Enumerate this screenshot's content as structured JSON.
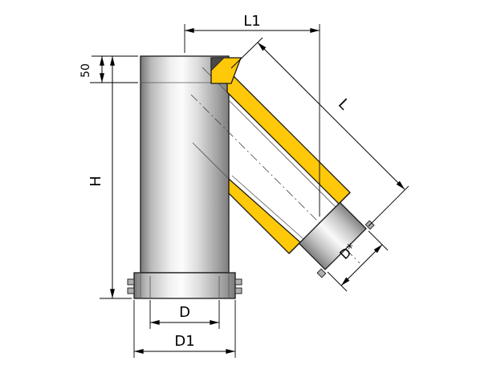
{
  "diagram": {
    "labels": {
      "l1": "L1",
      "l": "L",
      "h": "H",
      "offset50": "50",
      "d": "D",
      "d1": "D1",
      "d_star": "D*"
    },
    "colors": {
      "insulation_yellow": "#ffc808",
      "metal_light": "#f7f7f7",
      "metal_dark": "#7e7e7e",
      "line": "#1a1a1a",
      "background": "#ffffff"
    }
  }
}
